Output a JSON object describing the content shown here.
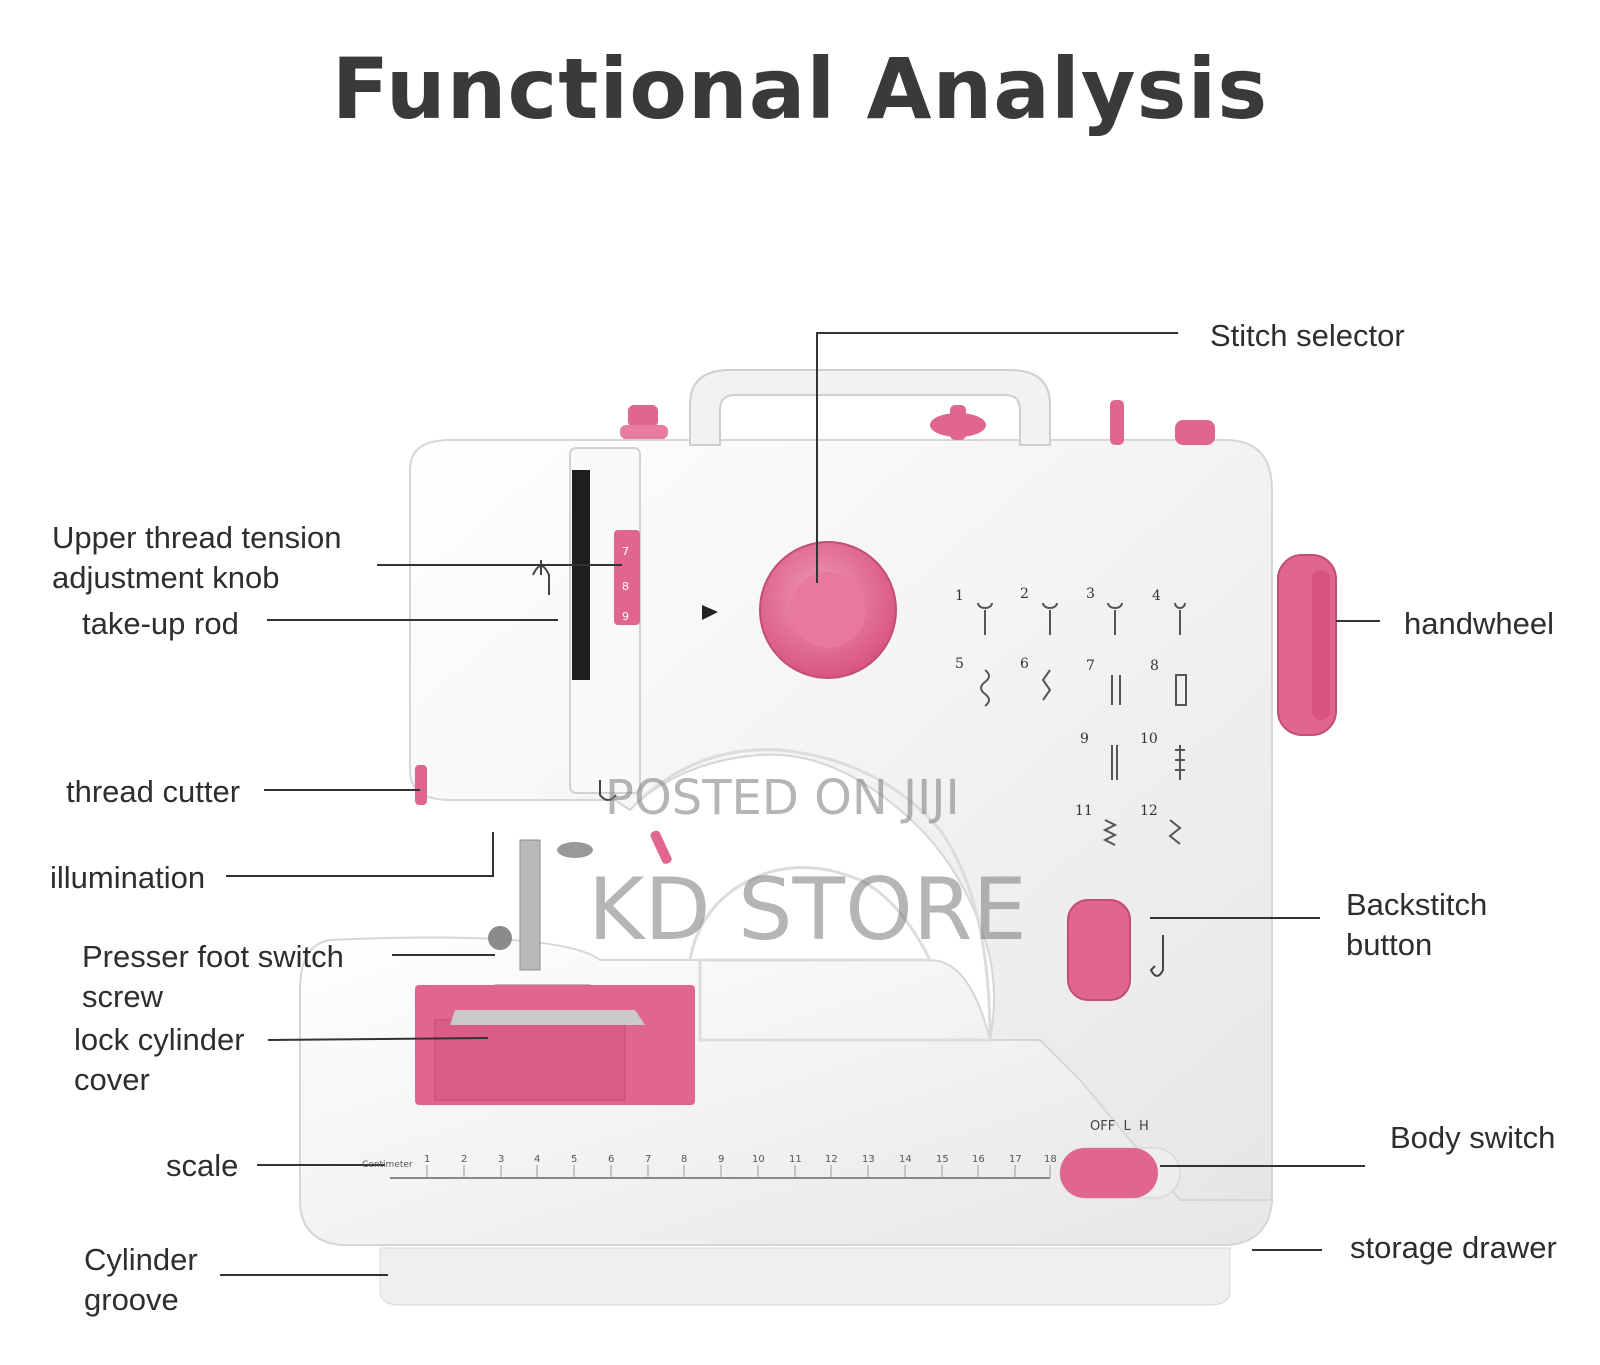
{
  "title": "Functional Analysis",
  "labels": {
    "stitch_selector": "Stitch selector",
    "upper_thread_tension_1": "Upper thread tension",
    "upper_thread_tension_2": "adjustment knob",
    "take_up_rod": "take-up rod",
    "handwheel": "handwheel",
    "thread_cutter": "thread cutter",
    "illumination": "illumination",
    "presser_foot_1": "Presser foot switch",
    "presser_foot_2": "screw",
    "lock_cylinder_1": "lock cylinder",
    "lock_cylinder_2": "cover",
    "backstitch_1": "Backstitch",
    "backstitch_2": "button",
    "scale": "scale",
    "body_switch": "Body switch",
    "storage_drawer": "storage drawer",
    "cylinder_groove_1": "Cylinder",
    "cylinder_groove_2": "groove"
  },
  "machine": {
    "switch_label": "OFF  L  H",
    "ruler_label": "Centimeter",
    "ruler_numbers": [
      "1",
      "2",
      "3",
      "4",
      "5",
      "6",
      "7",
      "8",
      "9",
      "10",
      "11",
      "12",
      "13",
      "14",
      "15",
      "16",
      "17",
      "18"
    ],
    "stitch_numbers": [
      "1",
      "2",
      "3",
      "4",
      "5",
      "6",
      "7",
      "8",
      "9",
      "10",
      "11",
      "12"
    ],
    "tension_numbers": [
      "7",
      "8",
      "9"
    ]
  },
  "watermark": {
    "line1": "POSTED ON JIJI",
    "line2": "KD STORE"
  },
  "colors": {
    "pink": "#e0668f",
    "body": "#f7f7f7",
    "title": "#3a3a3a"
  }
}
